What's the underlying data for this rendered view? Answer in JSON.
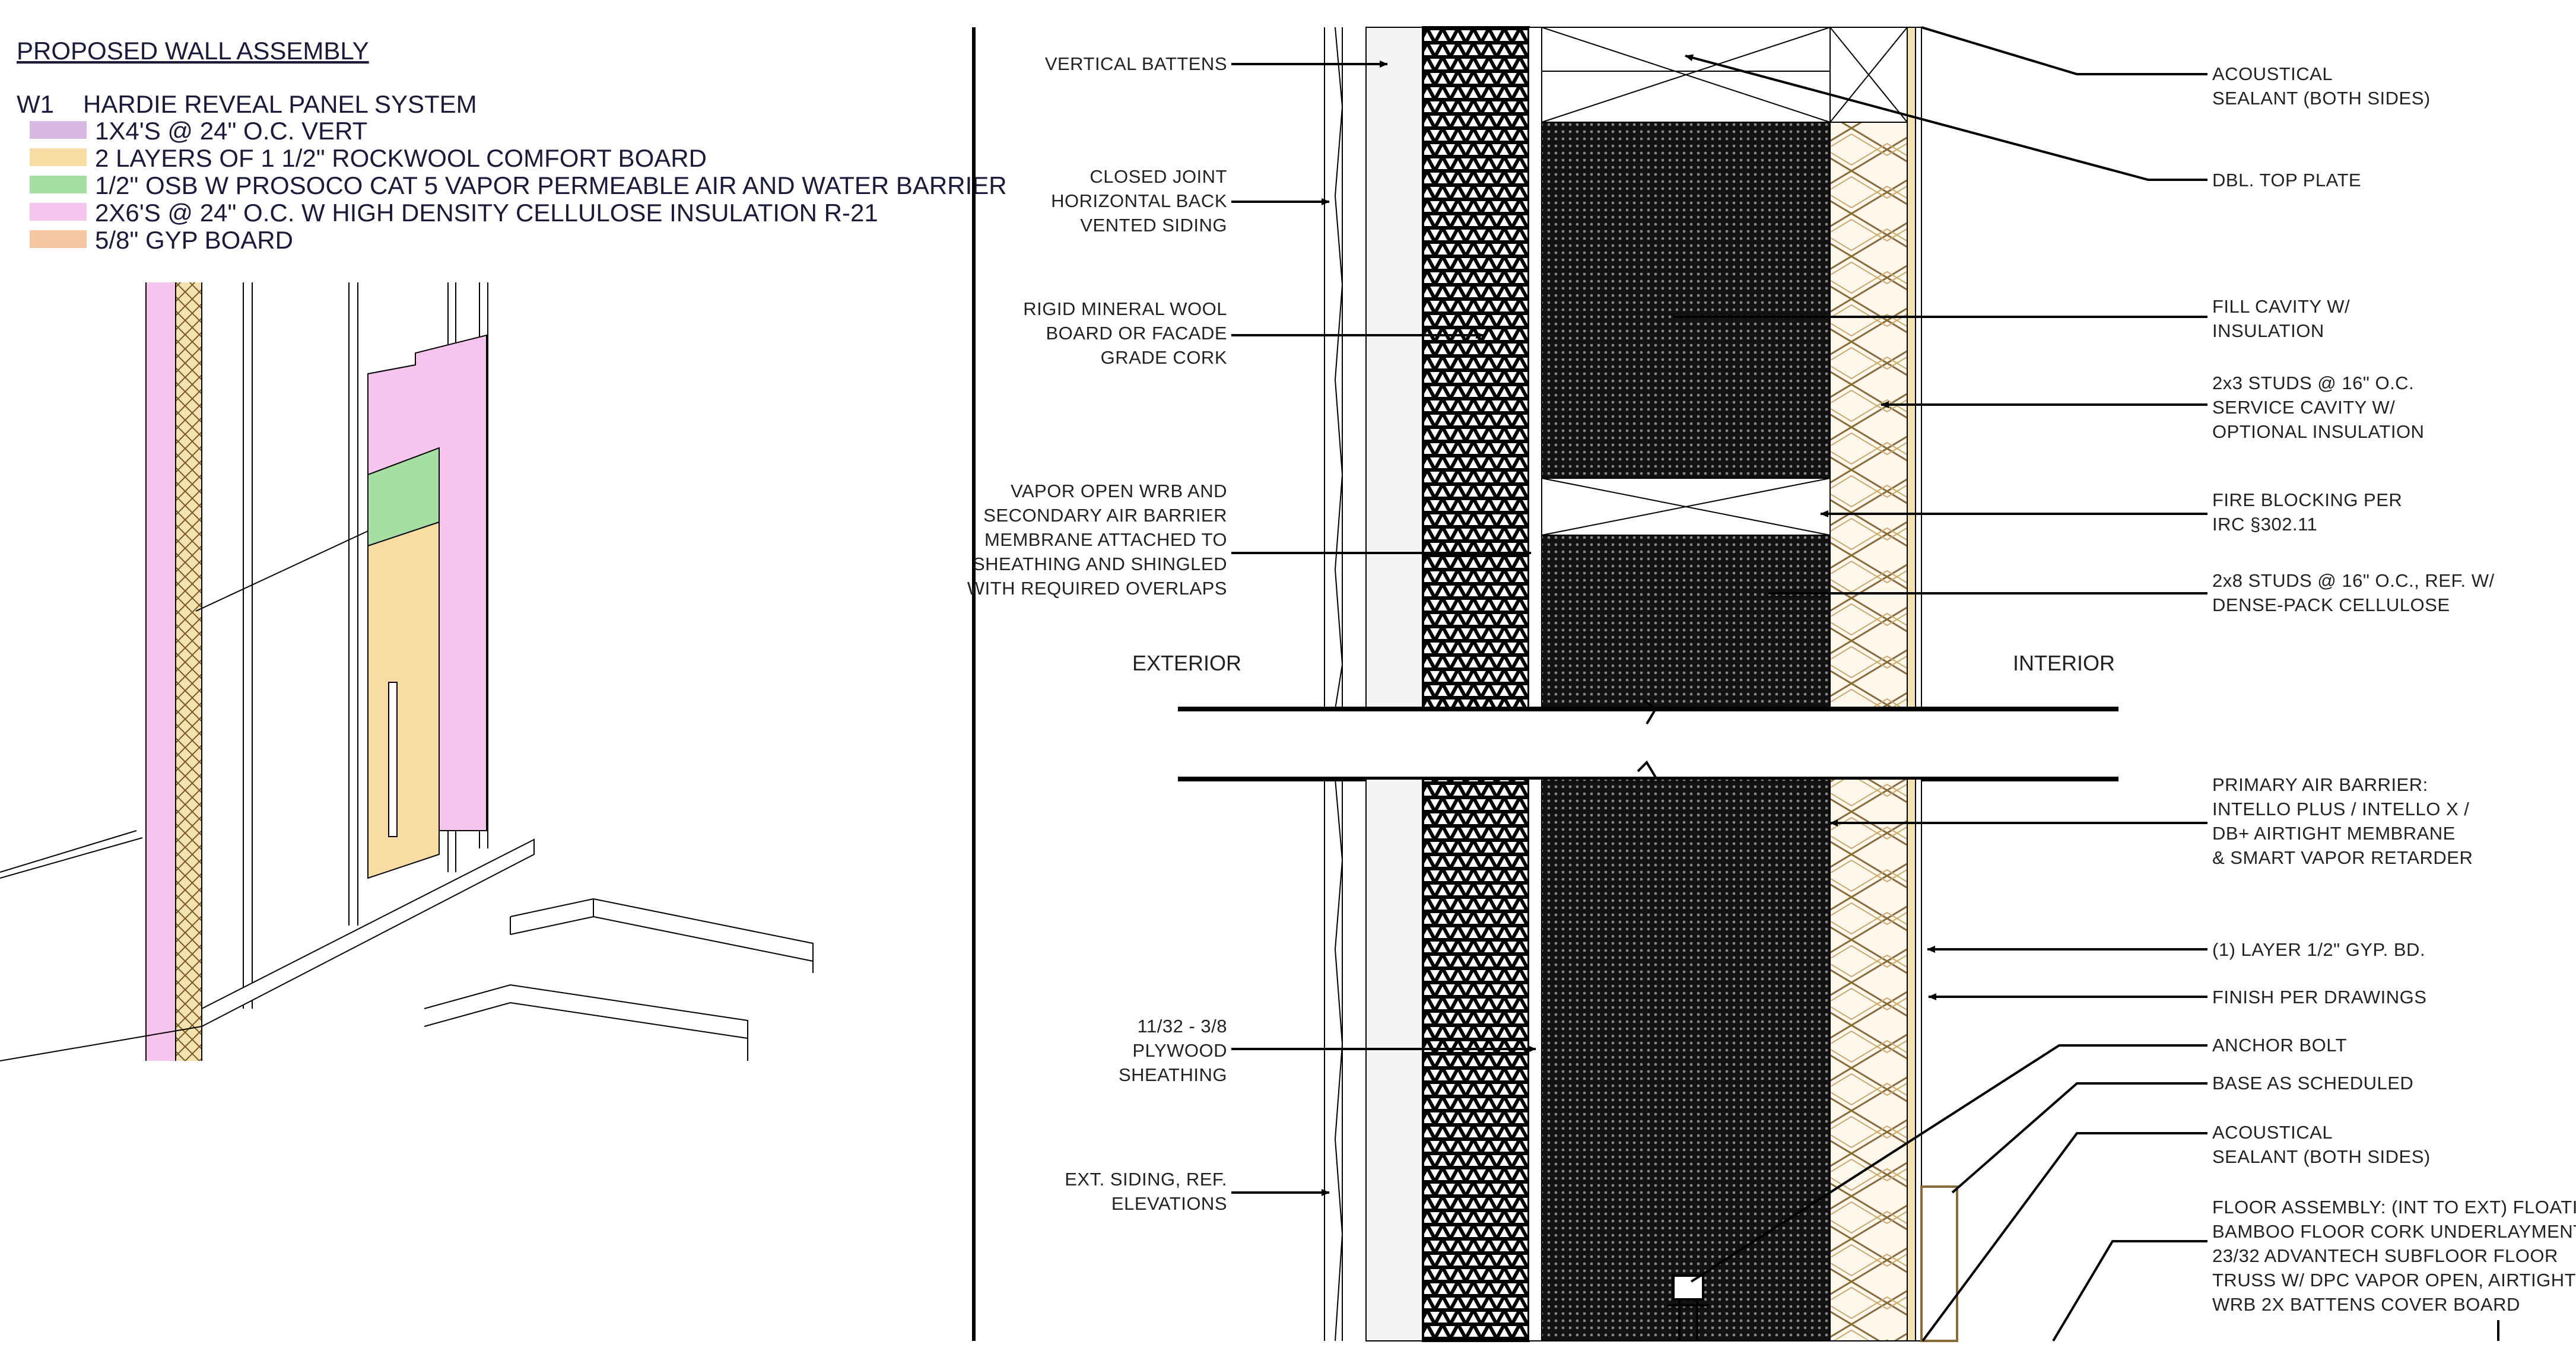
{
  "legend": {
    "title": "PROPOSED WALL ASSEMBLY",
    "code": "W1",
    "system": "HARDIE REVEAL PANEL SYSTEM",
    "items": [
      {
        "label": "1X4'S @ 24\" O.C. VERT",
        "color": "#d9b8e3"
      },
      {
        "label": "2 LAYERS OF 1 1/2\" ROCKWOOL COMFORT BOARD",
        "color": "#f9dca4"
      },
      {
        "label": "1/2\" OSB W PROSOCO CAT 5 VAPOR PERMEABLE AIR AND WATER BARRIER",
        "color": "#a6dfa4"
      },
      {
        "label": "2X6'S @ 24\" O.C. W HIGH DENSITY CELLULOSE INSULATION R-21",
        "color": "#f7c4ee"
      },
      {
        "label": "5/8\" GYP BOARD",
        "color": "#f7c7a4"
      }
    ]
  },
  "section": {
    "exterior_label": "EXTERIOR",
    "interior_label": "INTERIOR",
    "left_callouts": [
      {
        "lines": [
          "VERTICAL BATTENS"
        ]
      },
      {
        "lines": [
          "CLOSED JOINT",
          "HORIZONTAL BACK",
          "VENTED SIDING"
        ]
      },
      {
        "lines": [
          "RIGID MINERAL WOOL",
          "BOARD OR FACADE",
          "GRADE CORK"
        ]
      },
      {
        "lines": [
          "VAPOR OPEN WRB AND",
          "SECONDARY AIR BARRIER",
          "MEMBRANE ATTACHED TO",
          "SHEATHING AND SHINGLED",
          "WITH REQUIRED OVERLAPS"
        ]
      },
      {
        "lines": [
          "11/32 - 3/8",
          "PLYWOOD",
          "SHEATHING"
        ]
      },
      {
        "lines": [
          "EXT. SIDING, REF.",
          "ELEVATIONS"
        ]
      }
    ],
    "right_callouts": [
      {
        "lines": [
          "ACOUSTICAL",
          "SEALANT  (BOTH SIDES)"
        ]
      },
      {
        "lines": [
          "DBL. TOP PLATE"
        ]
      },
      {
        "lines": [
          "FILL CAVITY W/",
          "INSULATION"
        ]
      },
      {
        "lines": [
          "2x3 STUDS @ 16\" O.C.",
          "SERVICE CAVITY W/",
          "OPTIONAL INSULATION"
        ]
      },
      {
        "lines": [
          "FIRE BLOCKING PER",
          "IRC §302.11"
        ]
      },
      {
        "lines": [
          "2x8 STUDS @ 16\" O.C., REF. W/",
          "DENSE-PACK CELLULOSE"
        ]
      },
      {
        "lines": [
          "PRIMARY AIR BARRIER:",
          "INTELLO PLUS / INTELLO X /",
          "DB+ AIRTIGHT        MEMBRANE",
          "& SMART VAPOR RETARDER"
        ]
      },
      {
        "lines": [
          "(1) LAYER 1/2\" GYP. BD."
        ]
      },
      {
        "lines": [
          "FINISH PER DRAWINGS"
        ]
      },
      {
        "lines": [
          "ANCHOR BOLT"
        ]
      },
      {
        "lines": [
          "BASE AS SCHEDULED"
        ]
      },
      {
        "lines": [
          "ACOUSTICAL",
          "SEALANT (BOTH SIDES)"
        ]
      },
      {
        "lines": [
          "FLOOR ASSEMBLY: (INT TO EXT) FLOATING",
          "BAMBOO FLOOR CORK UNDERLAYMENT",
          "23/32 ADVANTECH SUBFLOOR FLOOR",
          "TRUSS W/ DPC VAPOR OPEN, AIRTIGHT",
          "WRB 2X BATTENS COVER BOARD"
        ]
      }
    ]
  }
}
